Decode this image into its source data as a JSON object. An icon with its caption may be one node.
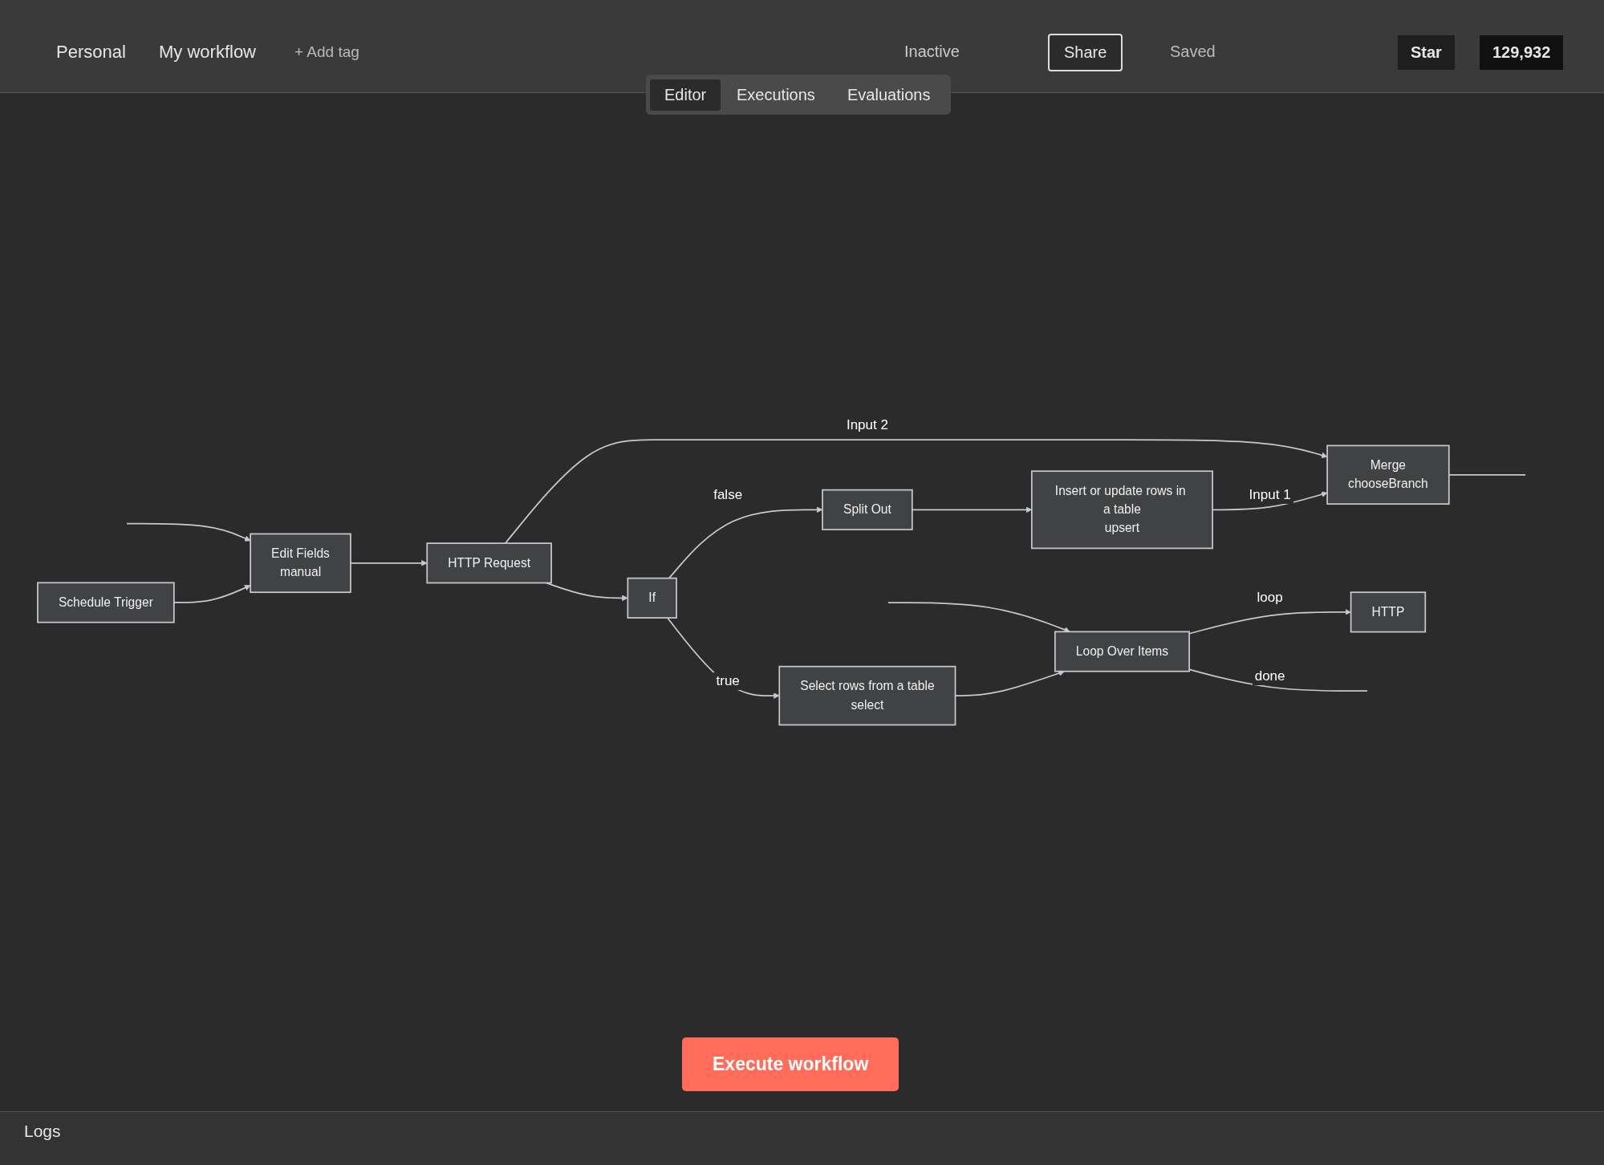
{
  "diagram": {
    "nodes": [
      {
        "text": [
          "Schedule Trigger"
        ]
      },
      {
        "text": [
          "Edit Fields",
          "manual"
        ]
      },
      {
        "text": [
          "HTTP Request"
        ]
      },
      {
        "text": [
          "If"
        ]
      },
      {
        "text": [
          "Select rows from a table",
          "select"
        ]
      },
      {
        "text": [
          "Loop Over Items"
        ]
      },
      {
        "text": [
          "HTTP"
        ]
      },
      {
        "text": [
          "Split Out"
        ]
      },
      {
        "text": [
          "Insert or update rows in a table",
          "upsert"
        ]
      },
      {
        "text": [
          "Merge",
          "chooseBranch"
        ]
      }
    ],
    "edges": [
      {
        "from": 0,
        "to": 1,
        "arrow": "to"
      },
      {
        "from": 1,
        "to": 2,
        "arrow": "to"
      },
      {
        "from": 2,
        "to": 3,
        "arrow": "to"
      },
      {
        "from": 3,
        "to": 4,
        "label": "true",
        "arrow": "to"
      },
      {
        "from": 3,
        "to": 7,
        "label": "false",
        "arrow": "to"
      },
      {
        "from": 4,
        "to": 5,
        "arrow": "to"
      },
      {
        "from": 5,
        "to": null,
        "label": "done",
        "arrow": "none"
      },
      {
        "from": 5,
        "to": 6,
        "label": "loop",
        "arrow": "to"
      },
      {
        "from": null,
        "to": 5,
        "arrow": "to"
      },
      {
        "from": 7,
        "to": 8,
        "arrow": "to"
      },
      {
        "from": 8,
        "to": 9,
        "label": "Input 1",
        "arrow": "to"
      },
      {
        "from": 2,
        "to": 9,
        "label": "Input 2",
        "arrow": "to"
      },
      {
        "from": 9,
        "to": null,
        "arrow": "none"
      },
      {
        "from": null,
        "to": 1,
        "arrow": "to"
      }
    ],
    "labels": [
      "Personal",
      "My workflow",
      "+ Add tag",
      "Inactive",
      "Share",
      "Saved",
      "Star",
      "129,932",
      "Editor",
      "Executions",
      "Evaluations",
      "Execute workflow",
      "Logs"
    ]
  }
}
